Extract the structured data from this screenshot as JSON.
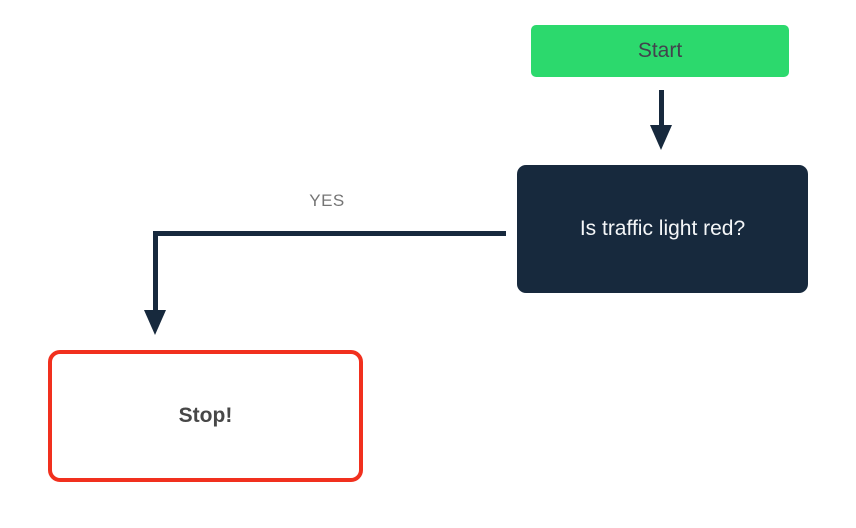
{
  "diagram": {
    "type": "flowchart",
    "nodes": [
      {
        "id": "start",
        "label": "Start",
        "shape": "rounded-rect",
        "role": "start-node"
      },
      {
        "id": "decision",
        "label": "Is traffic light red?",
        "shape": "rounded-rect",
        "role": "decision-node"
      },
      {
        "id": "stop",
        "label": "Stop!",
        "shape": "rounded-rect-outline",
        "role": "terminal-node"
      }
    ],
    "edges": [
      {
        "from": "start",
        "to": "decision",
        "label": ""
      },
      {
        "from": "decision",
        "to": "stop",
        "label": "YES"
      }
    ],
    "colors": {
      "canvas_bg": "#FFFFFF",
      "start_bg": "#2CD96D",
      "start_text": "#42434D",
      "decision_bg": "#17293D",
      "decision_text": "#F4F6F8",
      "stop_bg": "#FFFFFF",
      "stop_border": "#F1301E",
      "stop_text": "#474747",
      "connector": "#17293D",
      "edge_label_text": "#757575"
    }
  }
}
